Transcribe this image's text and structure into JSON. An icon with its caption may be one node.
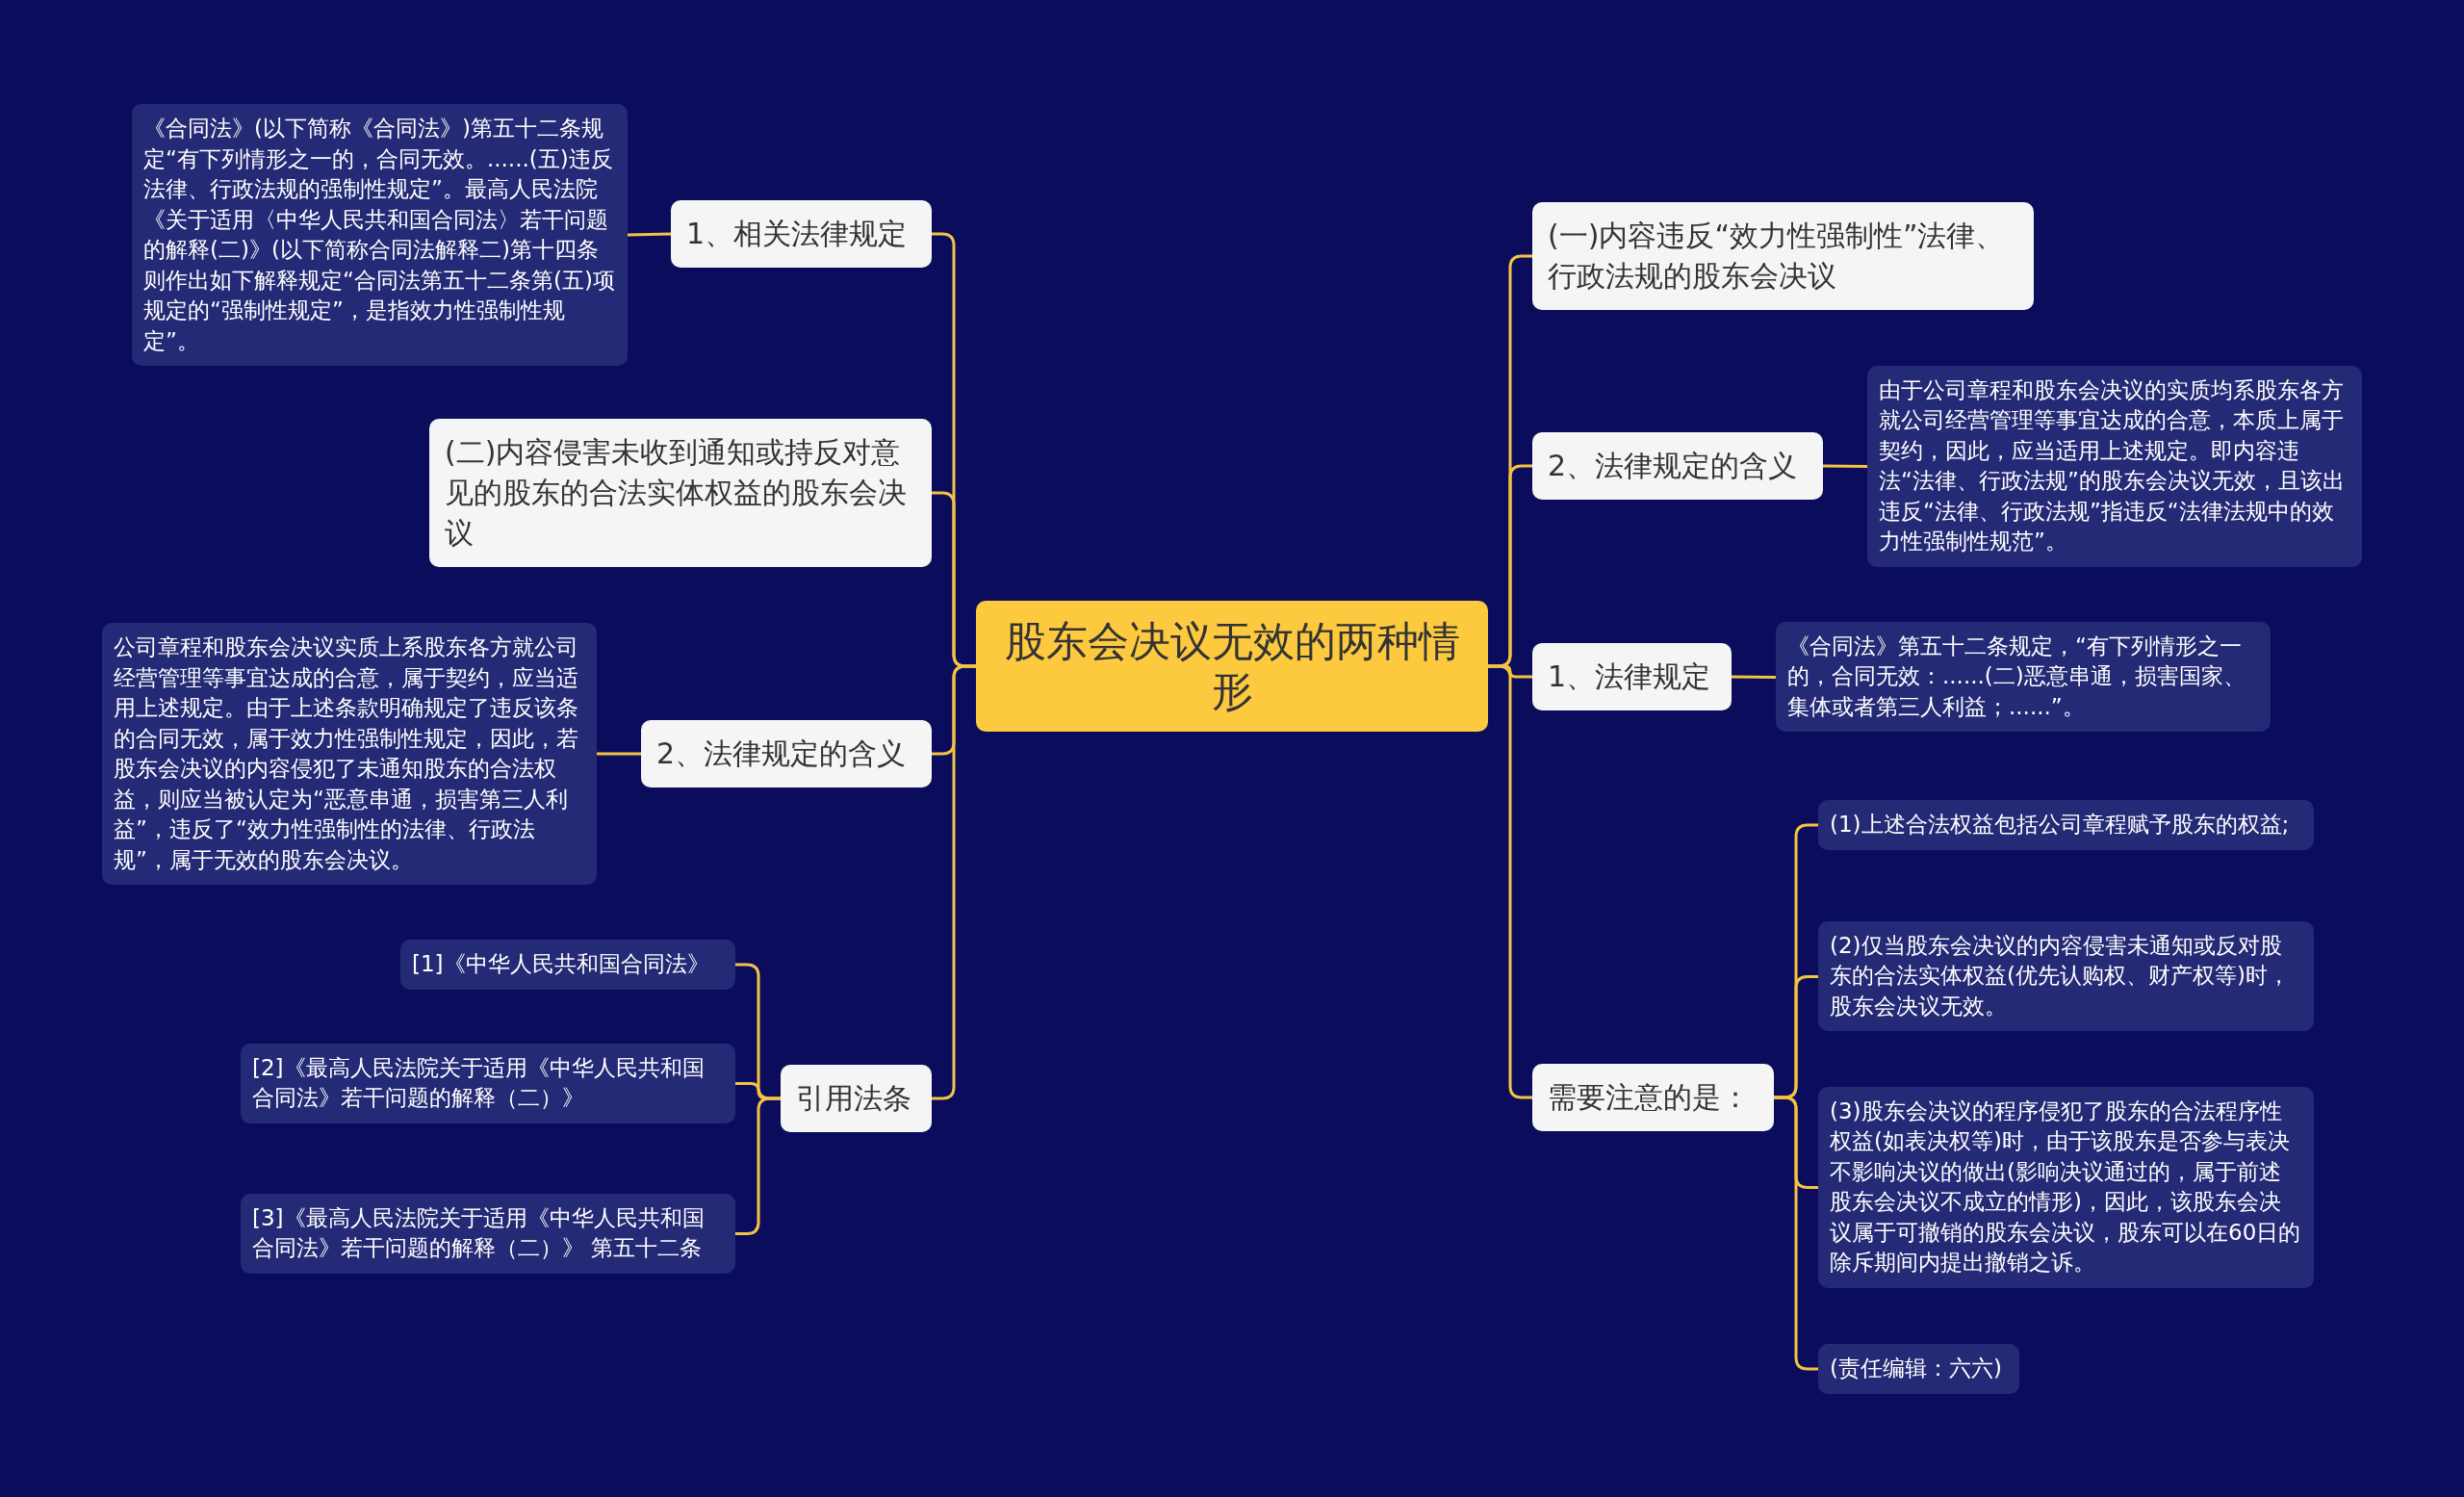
{
  "diagram": {
    "nodes": [
      {
        "text": [
          "股东会决议无效的两种情形"
        ]
      },
      {
        "text": [
          "1、相关法律规定"
        ]
      },
      {
        "text": [
          "《合同法》(以下简称《合同法》)第五十二条规定“有下列情形之一的，合同无效。......(五)违反法律、行政法规的强制性规定”。最高人民法院《关于适用〈中华人民共和国合同法〉若干问题的解释(二)》(以下简称合同法解释二)第十四条则作出如下解释规定“合同法第五十二条第(五)项规定的“强制性规定”，是指效力性强制性规定”。"
        ]
      },
      {
        "text": [
          "(二)内容侵害未收到通知或持反对意见的股东的合法实体权益的股东会决议"
        ]
      },
      {
        "text": [
          "2、法律规定的含义"
        ]
      },
      {
        "text": [
          "公司章程和股东会决议实质上系股东各方就公司经营管理等事宜达成的合意，属于契约，应当适用上述规定。由于上述条款明确规定了违反该条的合同无效，属于效力性强制性规定，因此，若股东会决议的内容侵犯了未通知股东的合法权益，则应当被认定为“恶意串通，损害第三人利益”，违反了“效力性强制性的法律、行政法规”，属于无效的股东会决议。"
        ]
      },
      {
        "text": [
          "引用法条"
        ]
      },
      {
        "text": [
          "[1]《中华人民共和国合同法》"
        ]
      },
      {
        "text": [
          "[2]《最高人民法院关于适用《中华人民共和国合同法》若干问题的解释（二）》"
        ]
      },
      {
        "text": [
          "[3]《最高人民法院关于适用《中华人民共和国合同法》若干问题的解释（二）》 第五十二条"
        ]
      },
      {
        "text": [
          "(一)内容违反“效力性强制性”法律、行政法规的股东会决议"
        ]
      },
      {
        "text": [
          "2、法律规定的含义"
        ]
      },
      {
        "text": [
          "由于公司章程和股东会决议的实质均系股东各方就公司经营管理等事宜达成的合意，本质上属于契约，因此，应当适用上述规定。即内容违法“法律、行政法规”的股东会决议无效，且该出违反“法律、行政法规”指违反“法律法规中的效力性强制性规范”。"
        ]
      },
      {
        "text": [
          "1、法律规定"
        ]
      },
      {
        "text": [
          "《合同法》第五十二条规定，“有下列情形之一的，合同无效：......(二)恶意串通，损害国家、集体或者第三人利益；......”。"
        ]
      },
      {
        "text": [
          "需要注意的是："
        ]
      },
      {
        "text": [
          "(1)上述合法权益包括公司章程赋予股东的权益;"
        ]
      },
      {
        "text": [
          "(2)仅当股东会决议的内容侵害未通知或反对股东的合法实体权益(优先认购权、财产权等)时，股东会决议无效。"
        ]
      },
      {
        "text": [
          "(3)股东会决议的程序侵犯了股东的合法程序性权益(如表决权等)时，由于该股东是否参与表决不影响决议的做出(影响决议通过的，属于前述股东会决议不成立的情形)，因此，该股东会决议属于可撤销的股东会决议，股东可以在60日的除斥期间内提出撤销之诉。"
        ]
      },
      {
        "text": [
          "(责任编辑：六六)"
        ]
      }
    ],
    "edges": [
      {
        "from": 0,
        "to": 1,
        "arrow": "none"
      },
      {
        "from": 1,
        "to": 2,
        "arrow": "none"
      },
      {
        "from": 0,
        "to": 3,
        "arrow": "none"
      },
      {
        "from": 0,
        "to": 4,
        "arrow": "none"
      },
      {
        "from": 4,
        "to": 5,
        "arrow": "none"
      },
      {
        "from": 0,
        "to": 6,
        "arrow": "none"
      },
      {
        "from": 6,
        "to": 7,
        "arrow": "none"
      },
      {
        "from": 6,
        "to": 8,
        "arrow": "none"
      },
      {
        "from": 6,
        "to": 9,
        "arrow": "none"
      },
      {
        "from": 0,
        "to": 10,
        "arrow": "none"
      },
      {
        "from": 0,
        "to": 11,
        "arrow": "none"
      },
      {
        "from": 11,
        "to": 12,
        "arrow": "none"
      },
      {
        "from": 0,
        "to": 13,
        "arrow": "none"
      },
      {
        "from": 13,
        "to": 14,
        "arrow": "none"
      },
      {
        "from": 0,
        "to": 15,
        "arrow": "none"
      },
      {
        "from": 15,
        "to": 16,
        "arrow": "none"
      },
      {
        "from": 15,
        "to": 17,
        "arrow": "none"
      },
      {
        "from": 15,
        "to": 18,
        "arrow": "none"
      },
      {
        "from": 15,
        "to": 19,
        "arrow": "none"
      }
    ]
  }
}
